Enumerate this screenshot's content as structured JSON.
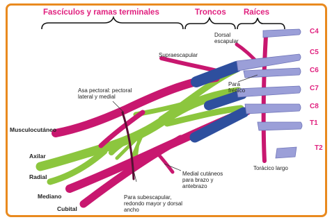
{
  "headers": {
    "fasciculos": "Fascículos y ramas terminales",
    "troncos": "Troncos",
    "raices": "Raíces"
  },
  "roots": [
    "C4",
    "C5",
    "C6",
    "C7",
    "C8",
    "T1",
    "T2"
  ],
  "branch_labels": {
    "dorsal_escapular": [
      "Dorsal",
      "escapular"
    ],
    "supraescapular": "Supraescapular",
    "asa_pectoral": [
      "Asa pectoral: pectoral",
      "lateral y medial"
    ],
    "para_frenico": [
      "Para",
      "frénico"
    ],
    "toracico_largo": "Torácico largo",
    "medial_cutaneos": [
      "Medial cutáneos",
      "para brazo y",
      "antebrazo"
    ],
    "subescapular": [
      "Para subescapular,",
      "redondo mayor y dorsal",
      "ancho"
    ]
  },
  "terminal_nerves": {
    "musculocutaneo": "Musculocutáneo",
    "axilar": "Axilar",
    "radial": "Radial",
    "mediano": "Mediano",
    "cubital": "Cubital"
  },
  "colors": {
    "frame": "#e98a1f",
    "magenta": "#c8176f",
    "green": "#8cc63e",
    "blue": "#2e4f9e",
    "lavender": "#9b9fd8",
    "label_pink": "#e0207e"
  }
}
